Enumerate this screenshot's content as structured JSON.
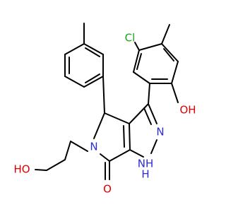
{
  "molecule": {
    "atom_labels": {
      "cl": "Cl",
      "oh_phenol": "OH",
      "n_pyrazole": "N",
      "nh_pyrazole": "NH",
      "h_of_nh": "H",
      "n_pyrrolone": "N",
      "o_carbonyl": "O",
      "ho_alcohol": "HO"
    },
    "colors": {
      "bond": "#000000",
      "nitrogen": "#2b2bd8",
      "oxygen": "#e00000",
      "chlorine": "#1aa31a"
    }
  }
}
